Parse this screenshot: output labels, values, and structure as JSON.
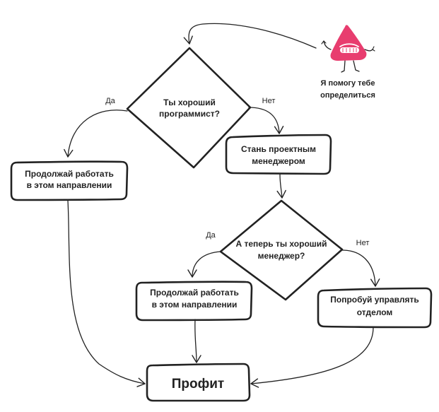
{
  "nodes": {
    "q_programmer": {
      "line1": "Ты хороший",
      "line2": "программист?"
    },
    "pm": {
      "line1": "Стань проектным",
      "line2": "менеджером"
    },
    "continue_left": {
      "line1": "Продолжай работать",
      "line2": "в этом направлении"
    },
    "q_manager": {
      "line1": "А теперь ты хороший",
      "line2": "менеджер?"
    },
    "continue_mid": {
      "line1": "Продолжай работать",
      "line2": "в этом направлении"
    },
    "department": {
      "line1": "Попробуй управлять",
      "line2": "отделом"
    },
    "profit": {
      "label": "Профит"
    }
  },
  "edges": {
    "yes_1": "Да",
    "no_1": "Нет",
    "yes_2": "Да",
    "no_2": "Нет"
  },
  "mascot": {
    "line1": "Я помогу тебе",
    "line2": "определиться",
    "color": "#E83D6F"
  }
}
